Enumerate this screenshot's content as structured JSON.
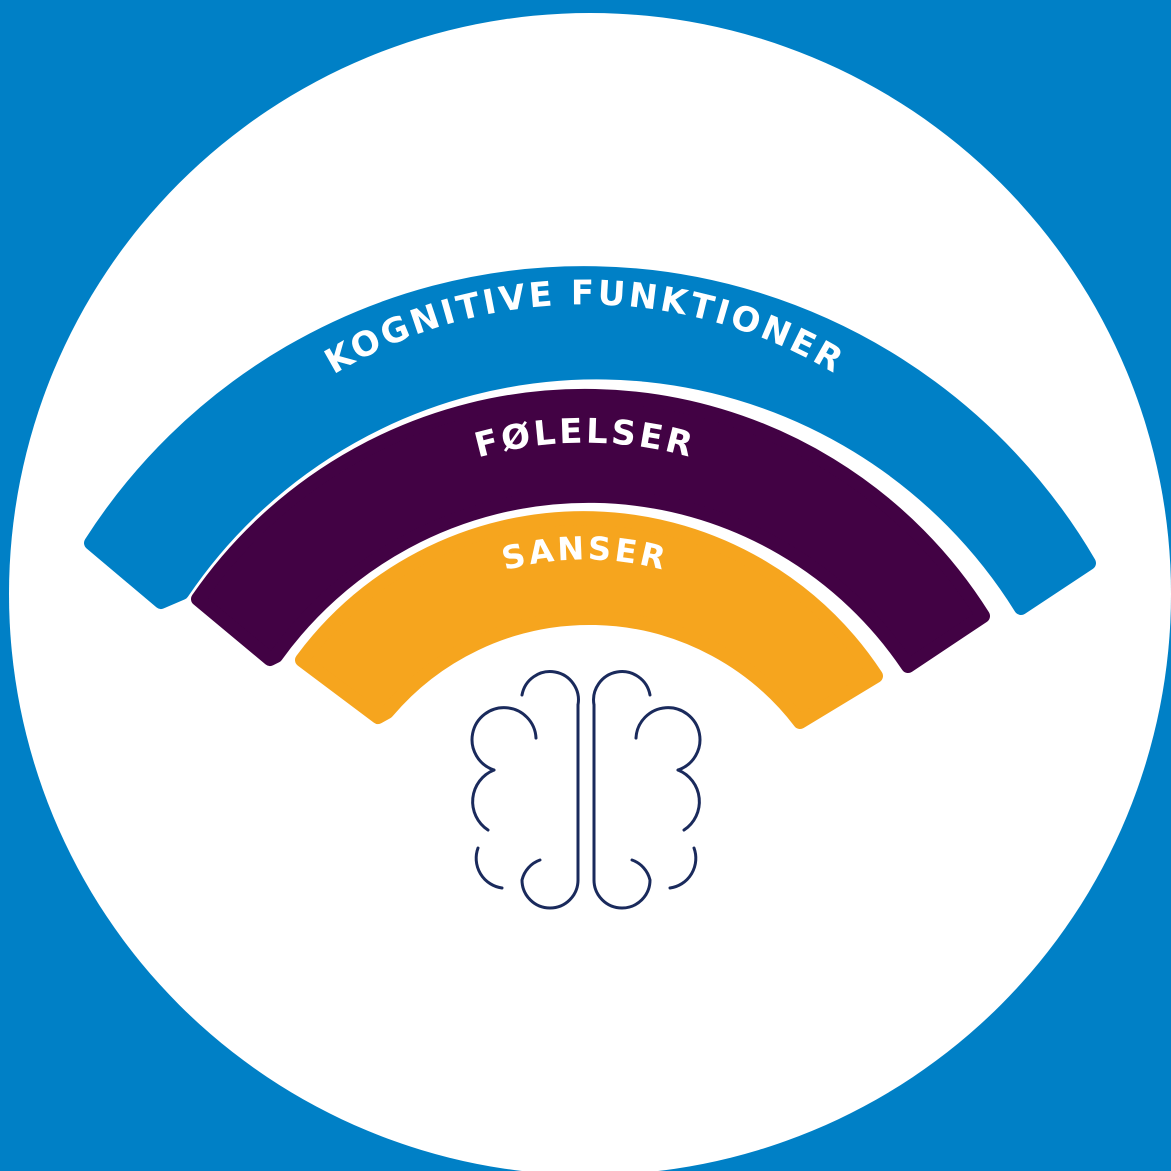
{
  "colors": {
    "background": "#0080c6",
    "circle": "#ffffff",
    "brain_stroke": "#1a2a5c"
  },
  "bands": [
    {
      "label": "KOGNITIVE FUNKTIONER",
      "color": "#0080c6"
    },
    {
      "label": "FØLELSER",
      "color": "#420244"
    },
    {
      "label": "SANSER",
      "color": "#f6a51e"
    }
  ],
  "icon": {
    "name": "brain-icon"
  }
}
